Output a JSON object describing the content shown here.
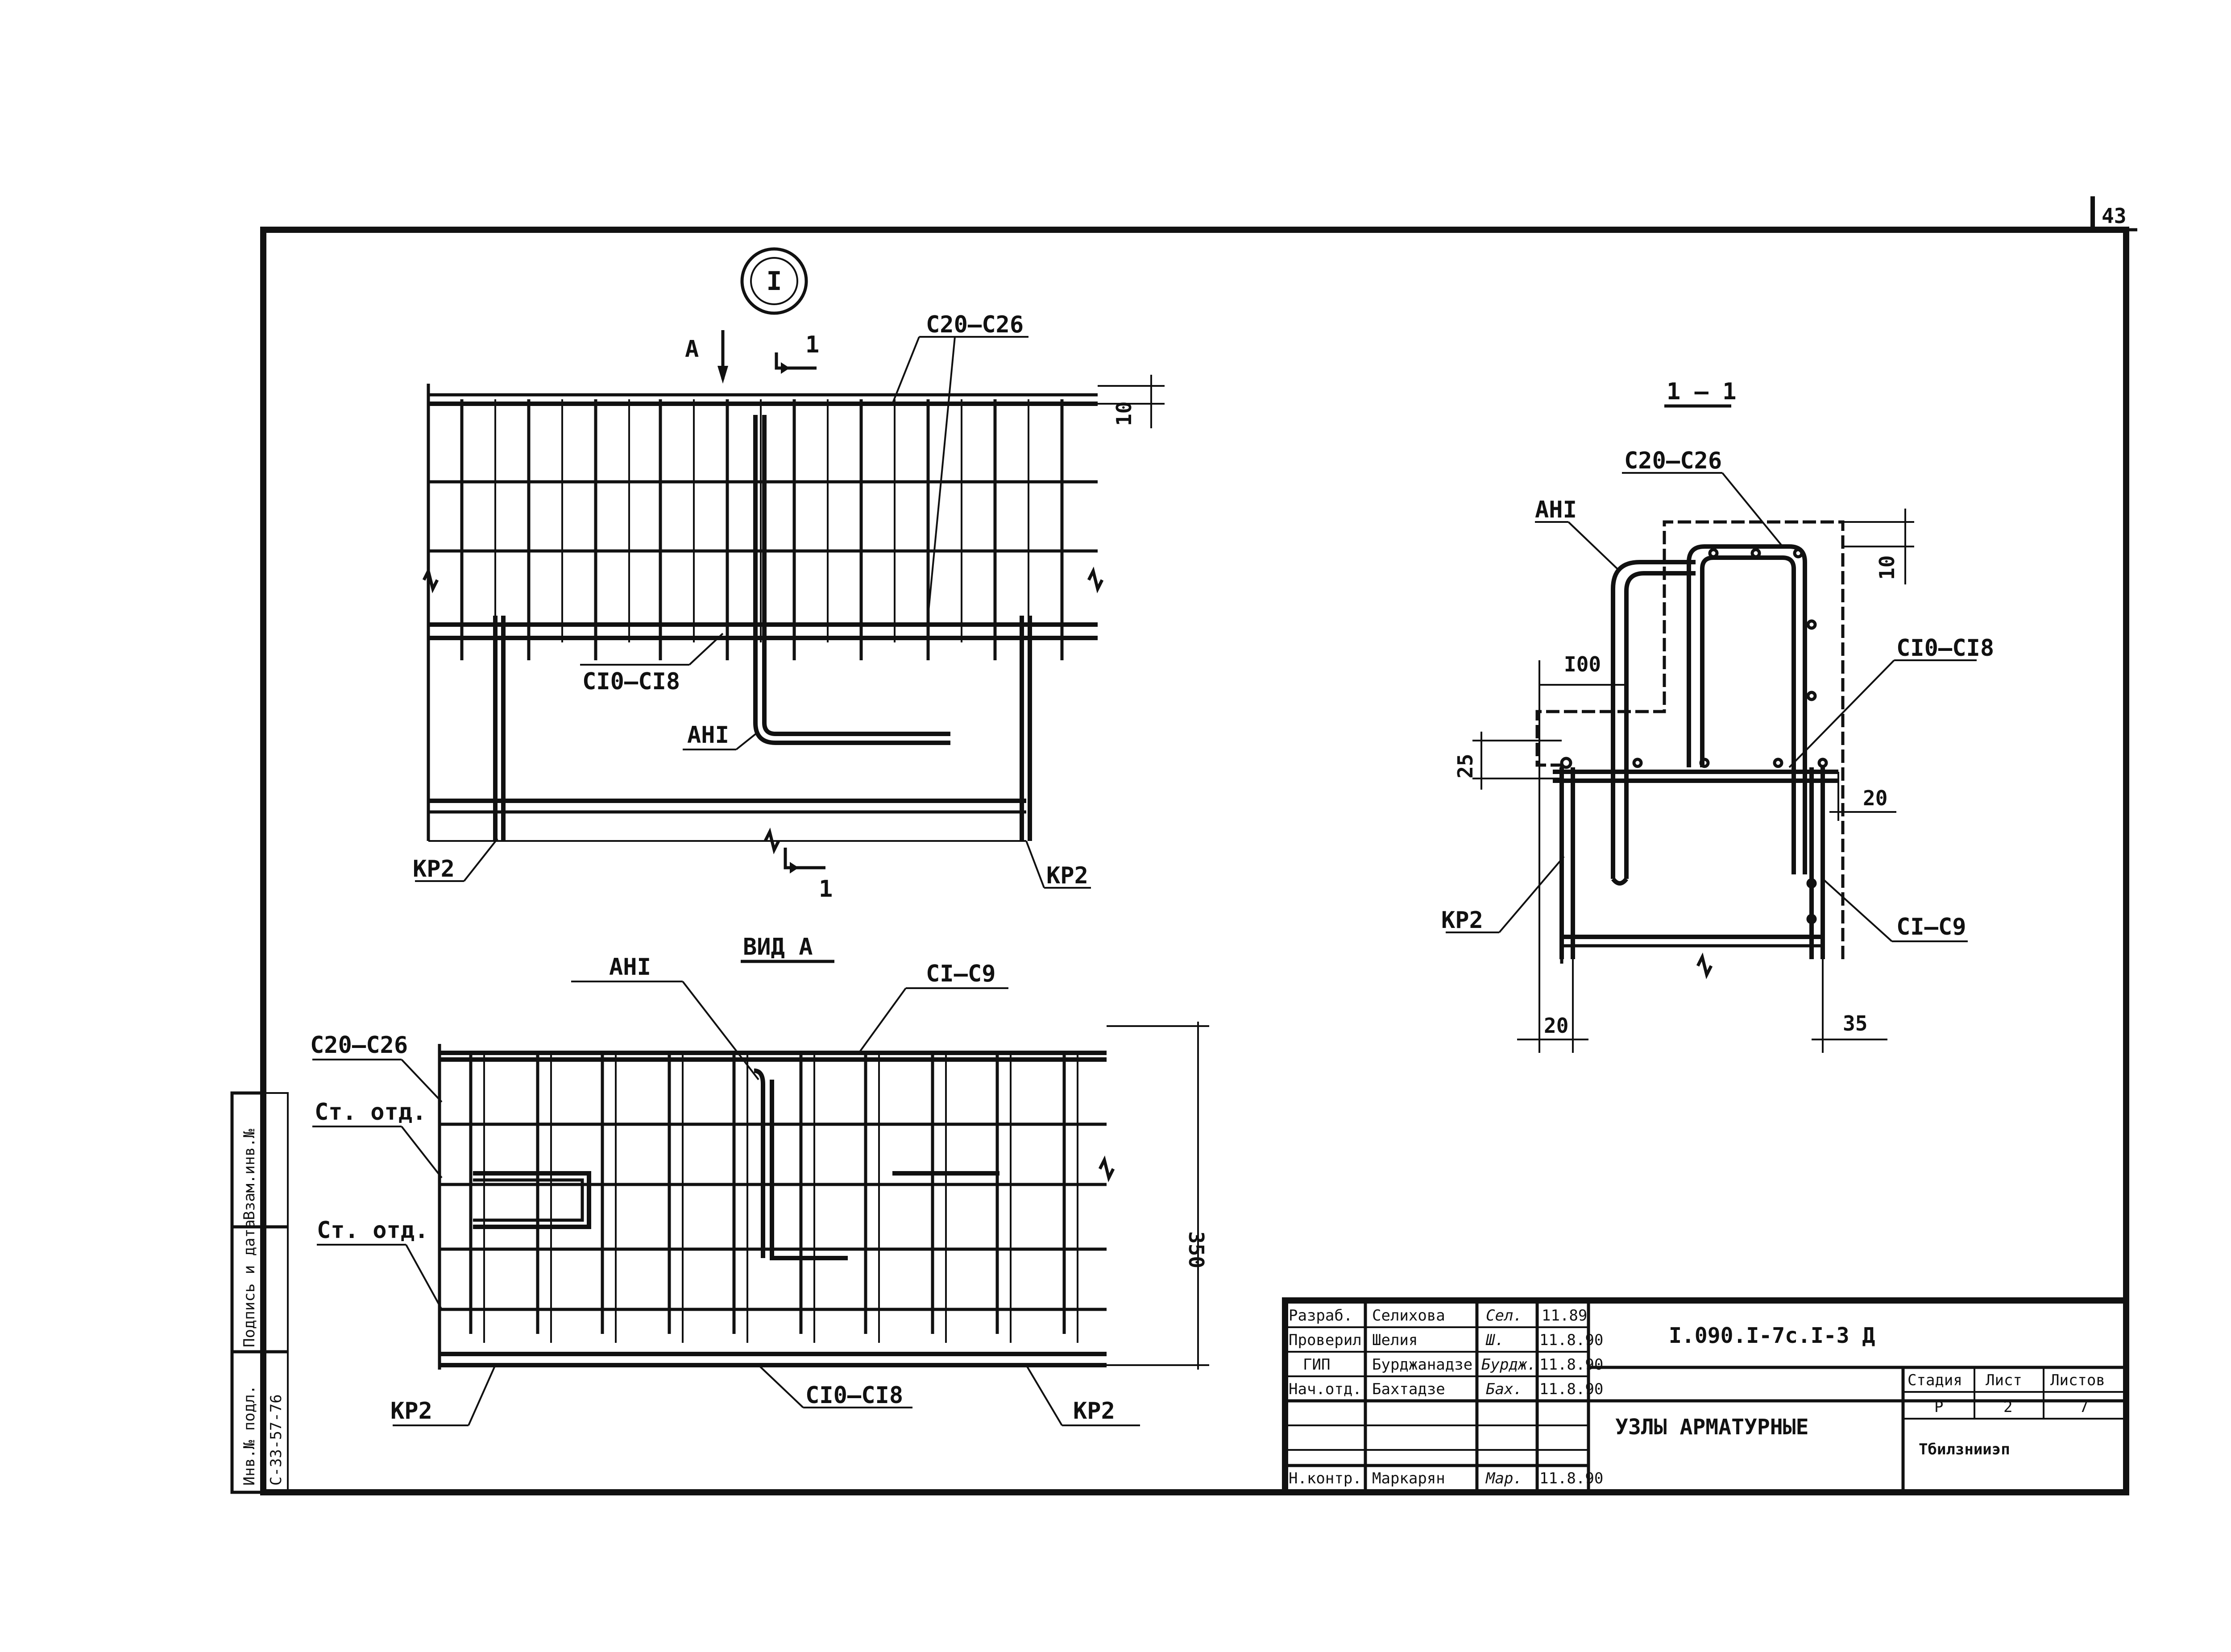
{
  "sheet": {
    "page_number": "43",
    "node_mark": "I"
  },
  "plan": {
    "view_arrow": "А",
    "section_mark_top": "1",
    "section_mark_bottom": "1",
    "labels": {
      "c20_c26": "С20–С26",
      "c10_c18": "СI0–СI8",
      "ani": "АНI",
      "kp2_left": "КР2",
      "kp2_right": "КР2"
    },
    "dim_top": "10"
  },
  "section_1_1": {
    "title": "1 – 1",
    "labels": {
      "c20_c26": "С20–С26",
      "ani": "АНI",
      "c10_c18": "СI0–СI8",
      "kp2": "КР2",
      "c1_c9": "СI–С9"
    },
    "dims": {
      "d10": "10",
      "d100": "I00",
      "d25": "25",
      "d20_right": "20",
      "d20_bottom": "20",
      "d35": "35"
    }
  },
  "view_a": {
    "title": "ВИД  А",
    "labels": {
      "ani": "АНI",
      "c1_c9": "СI–С9",
      "c20_c26": "С20–С26",
      "st_otd_1": "Ст. отд.",
      "st_otd_2": "Ст. отд.",
      "kp2_left": "КР2",
      "kp2_right": "КР2",
      "c10_c18": "СI0–СI8"
    },
    "dim_height": "350"
  },
  "side_stamp": {
    "col1": "Инв.№ подл.",
    "col2": "Подпись и дата",
    "col3": "Взам.инв.№",
    "inv_number": "С-33-57-76"
  },
  "title_block": {
    "rows": [
      {
        "role": "Разраб.",
        "name": "Селихова",
        "sign": "Сел.",
        "date": "11.89"
      },
      {
        "role": "Проверил",
        "name": "Шелия",
        "sign": "Ш.",
        "date": "11.8.90"
      },
      {
        "role": "ГИП",
        "name": "Бурджанадзе",
        "sign": "Бурдж.",
        "date": "11.8.90"
      },
      {
        "role": "Нач.отд.",
        "name": "Бахтадзе",
        "sign": "Бах.",
        "date": "11.8.90"
      },
      {
        "role": "",
        "name": "",
        "sign": "",
        "date": ""
      },
      {
        "role": "",
        "name": "",
        "sign": "",
        "date": ""
      },
      {
        "role": "Н.контр.",
        "name": "Маркарян",
        "sign": "Мар.",
        "date": "11.8.90"
      }
    ],
    "doc_code": "I.090.I-7с.I-3 Д",
    "title": "УЗЛЫ АРМАТУРНЫЕ",
    "stage_label": "Стадия",
    "sheet_label": "Лист",
    "sheets_label": "Листов",
    "stage": "Р",
    "sheet": "2",
    "sheets": "7",
    "org": "Тбилзнииэп"
  }
}
